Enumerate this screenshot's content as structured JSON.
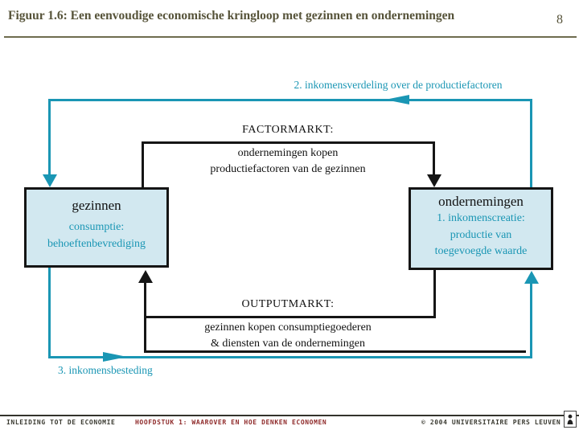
{
  "header": {
    "title": "Figuur 1.6: Een eenvoudige economische kringloop met gezinnen en ondernemingen",
    "page_number": "8"
  },
  "diagram": {
    "top_flow_label": "2. inkomensverdeling over de productiefactoren",
    "bottom_flow_label": "3. inkomensbesteding",
    "factor_market": {
      "heading": "FACTORMARKT:",
      "lines": [
        "ondernemingen kopen",
        "productiefactoren van de gezinnen"
      ]
    },
    "output_market": {
      "heading": "OUTPUTMARKT:",
      "lines": [
        "gezinnen kopen consumptiegoederen",
        "& diensten van de ondernemingen"
      ]
    },
    "households_box": {
      "title": "gezinnen",
      "lines": [
        "consumptie:",
        "behoeftenbevrediging"
      ]
    },
    "firms_box": {
      "title": "ondernemingen",
      "lines": [
        "1. inkomenscreatie:",
        "productie van",
        "toegevoegde waarde"
      ]
    }
  },
  "footer": {
    "course": "INLEIDING TOT DE ECONOMIE",
    "chapter": "HOOFDSTUK 1: WAAROVER EN HOE DENKEN ECONOMEN",
    "copyright": "© 2004 UNIVERSITAIRE PERS LEUVEN",
    "logo": "publisher-emblem"
  },
  "colors": {
    "accent_teal": "#1a96b4",
    "box_fill": "#d2e8f0",
    "title_olive": "#565339",
    "chapter_red": "#8f2b2b"
  }
}
